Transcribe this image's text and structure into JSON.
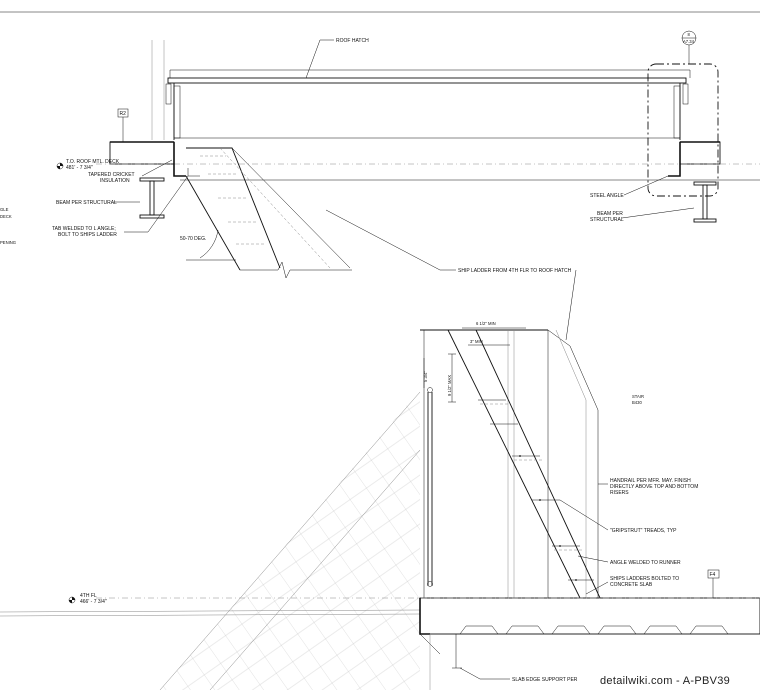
{
  "labels": {
    "roof_hatch": "ROOF HATCH",
    "grid_r2": "R2",
    "roof_deck_line1": "T.O. ROOF MTL. DECK",
    "roof_deck_line2": "481' - 7 3/4\"",
    "tapered_cricket_line1": "TAPERED CRICKET",
    "tapered_cricket_line2": "INSULATION",
    "beam_left": "BEAM PER STRUCTURAL",
    "tab_welded_line1": "TAB WELDED TO L ANGLE;",
    "tab_welded_line2": "BOLT TO SHIPS LADDER",
    "angle_range": "50-70 DEG.",
    "cut_gle": "GLE",
    "cut_deck": "DECK",
    "cut_opening": "PENING",
    "steel_angle": "STEEL ANGLE",
    "beam_right_line1": "BEAM PER",
    "beam_right_line2": "STRUCTURAL",
    "callout_top": "8",
    "callout_bottom": "A7.34",
    "ship_ladder": "SHIP LADDER FROM 4TH FLR TO ROOF HATCH",
    "dim_6_half_min": "6 1/2\" MIN",
    "dim_3_min": "3\" MIN",
    "dim_5_3_4": "5 3/4\"",
    "dim_9_half_max": "9 1/2\" MAX",
    "stair_line1": "STAIR",
    "stair_line2": "B430",
    "handrail_line1": "HANDRAIL PER MFR. MAY. FINISH",
    "handrail_line2": "DIRECTLY ABOVE TOP AND BOTTOM",
    "handrail_line3": "RISERS",
    "gripstrut": "\"GRIPSTRUT\" TREADS, TYP",
    "angle_welded": "ANGLE WELDED TO RUNNER",
    "ships_ladders_bolted_line1": "SHIPS LADDERS BOLTED TO",
    "ships_ladders_bolted_line2": "CONCRETE SLAB",
    "grid_f4": "F4",
    "fourth_fl_line1": "4TH FL",
    "fourth_fl_line2": "466' - 7 3/4\"",
    "slab_edge": "SLAB EDGE SUPPORT PER",
    "watermark": "detailwiki.com - A-PBV39"
  },
  "colors": {
    "line": "#111111",
    "hatch": "#888888",
    "paper": "#ffffff"
  }
}
